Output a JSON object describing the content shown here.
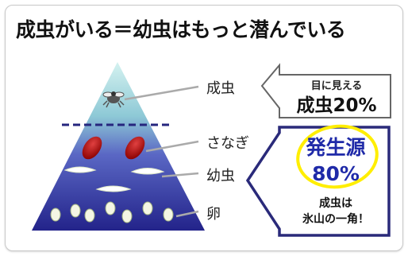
{
  "title": "成虫がいる＝幼虫はもっと潜んでいる",
  "layers": {
    "adult": "成虫",
    "pupa": "さなぎ",
    "larva": "幼虫",
    "egg": "卵"
  },
  "callout_top": {
    "line1": "目に見える",
    "line2": "成虫20%"
  },
  "callout_bottom": {
    "line1": "発生源",
    "line2": "80%",
    "line3": "成虫は",
    "line4": "氷山の一角！"
  },
  "colors": {
    "pyramid_top": "#c8ecec",
    "pyramid_bottom": "#23238a",
    "dashed_line": "#26267e",
    "callout_bottom_border": "#2a2a7a",
    "callout_bottom_text": "#1f2aa8",
    "highlight": "#ffee00",
    "pupa": "#a00000"
  }
}
